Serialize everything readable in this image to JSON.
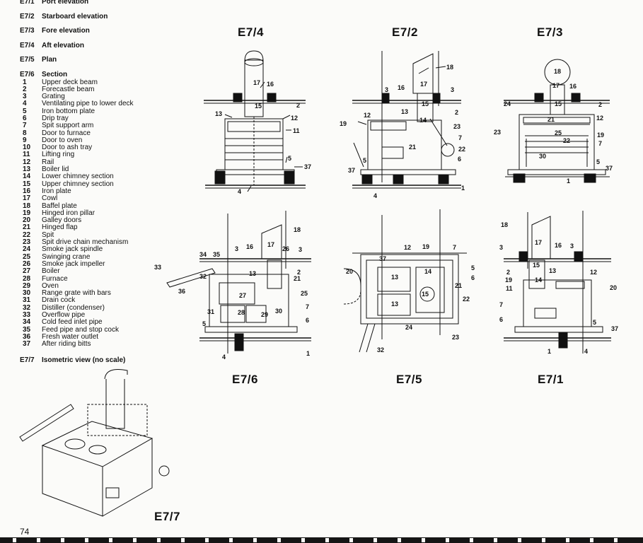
{
  "legend": {
    "headers": [
      {
        "code": "E7/1",
        "label": "Port elevation"
      },
      {
        "code": "E7/2",
        "label": "Starboard elevation"
      },
      {
        "code": "E7/3",
        "label": "Fore elevation"
      },
      {
        "code": "E7/4",
        "label": "Aft elevation"
      },
      {
        "code": "E7/5",
        "label": "Plan"
      }
    ],
    "section": {
      "code": "E7/6",
      "label": "Section"
    },
    "items": [
      {
        "num": "1",
        "label": "Upper deck beam"
      },
      {
        "num": "2",
        "label": "Forecastle beam"
      },
      {
        "num": "3",
        "label": "Grating"
      },
      {
        "num": "4",
        "label": "Ventilating pipe to lower deck"
      },
      {
        "num": "5",
        "label": "Iron bottom plate"
      },
      {
        "num": "6",
        "label": "Drip tray"
      },
      {
        "num": "7",
        "label": "Spit support arm"
      },
      {
        "num": "8",
        "label": "Door to furnace"
      },
      {
        "num": "9",
        "label": "Door to oven"
      },
      {
        "num": "10",
        "label": "Door to ash tray"
      },
      {
        "num": "11",
        "label": "Lifting ring"
      },
      {
        "num": "12",
        "label": "Rail"
      },
      {
        "num": "13",
        "label": "Boiler lid"
      },
      {
        "num": "14",
        "label": "Lower chimney section"
      },
      {
        "num": "15",
        "label": "Upper chimney section"
      },
      {
        "num": "16",
        "label": "Iron plate"
      },
      {
        "num": "17",
        "label": "Cowl"
      },
      {
        "num": "18",
        "label": "Baffel plate"
      },
      {
        "num": "19",
        "label": "Hinged iron pillar"
      },
      {
        "num": "20",
        "label": "Galley doors"
      },
      {
        "num": "21",
        "label": "Hinged flap"
      },
      {
        "num": "22",
        "label": "Spit"
      },
      {
        "num": "23",
        "label": "Spit drive chain mechanism"
      },
      {
        "num": "24",
        "label": "Smoke jack spindle"
      },
      {
        "num": "25",
        "label": "Swinging crane"
      },
      {
        "num": "26",
        "label": "Smoke jack impeller"
      },
      {
        "num": "27",
        "label": "Boiler"
      },
      {
        "num": "28",
        "label": "Furnace"
      },
      {
        "num": "29",
        "label": "Oven"
      },
      {
        "num": "30",
        "label": "Range grate with bars"
      },
      {
        "num": "31",
        "label": "Drain cock"
      },
      {
        "num": "32",
        "label": "Distiller (condenser)"
      },
      {
        "num": "33",
        "label": "Overflow pipe"
      },
      {
        "num": "34",
        "label": "Cold feed inlet pipe"
      },
      {
        "num": "35",
        "label": "Feed pipe and stop cock"
      },
      {
        "num": "36",
        "label": "Fresh water outlet"
      },
      {
        "num": "37",
        "label": "After riding bitts"
      }
    ],
    "isometric": {
      "code": "E7/7",
      "label": "Isometric view (no scale)"
    }
  },
  "views": {
    "e74": "E7/4",
    "e72": "E7/2",
    "e73": "E7/3",
    "e76": "E7/6",
    "e75": "E7/5",
    "e71": "E7/1",
    "e77": "E7/7"
  },
  "callouts": {
    "c1": "1",
    "c2": "2",
    "c3": "3",
    "c4": "4",
    "c5": "5",
    "c6": "6",
    "c7": "7",
    "c11": "11",
    "c12": "12",
    "c13": "13",
    "c14": "14",
    "c15": "15",
    "c16": "16",
    "c17": "17",
    "c18": "18",
    "c19": "19",
    "c20": "20",
    "c21": "21",
    "c22": "22",
    "c23": "23",
    "c24": "24",
    "c25": "25",
    "c26": "26",
    "c27": "27",
    "c28": "28",
    "c29": "29",
    "c30": "30",
    "c31": "31",
    "c32": "32",
    "c33": "33",
    "c34": "34",
    "c35": "35",
    "c36": "36",
    "c37": "37"
  },
  "page_number": "74"
}
